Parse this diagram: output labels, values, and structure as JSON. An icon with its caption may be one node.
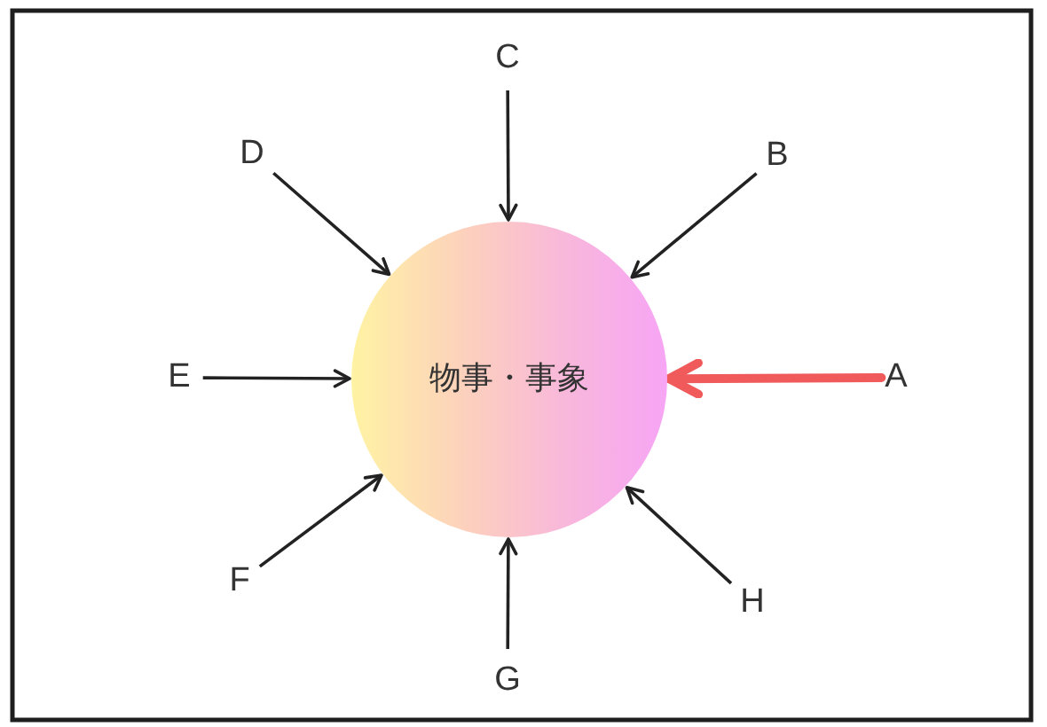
{
  "diagram": {
    "nodes": [
      {
        "text": [
          "C"
        ]
      },
      {
        "text": [
          "D"
        ]
      },
      {
        "text": [
          "B"
        ]
      },
      {
        "text": [
          "E"
        ]
      },
      {
        "text": [
          "物事・事象"
        ]
      },
      {
        "text": [
          "A"
        ]
      },
      {
        "text": [
          "F"
        ]
      },
      {
        "text": [
          "H"
        ]
      },
      {
        "text": [
          "G"
        ]
      }
    ],
    "edges": [
      {
        "from": 0,
        "to": 4,
        "arrow": "to"
      },
      {
        "from": 1,
        "to": 4,
        "arrow": "to"
      },
      {
        "from": 2,
        "to": 4,
        "arrow": "to"
      },
      {
        "from": 3,
        "to": 4,
        "arrow": "to"
      },
      {
        "from": 5,
        "to": 4,
        "arrow": "to",
        "style": "thick",
        "color": "#f05a5a"
      },
      {
        "from": 6,
        "to": 4,
        "arrow": "to"
      },
      {
        "from": 7,
        "to": 4,
        "arrow": "to"
      },
      {
        "from": 8,
        "to": 4,
        "arrow": "to"
      }
    ]
  }
}
